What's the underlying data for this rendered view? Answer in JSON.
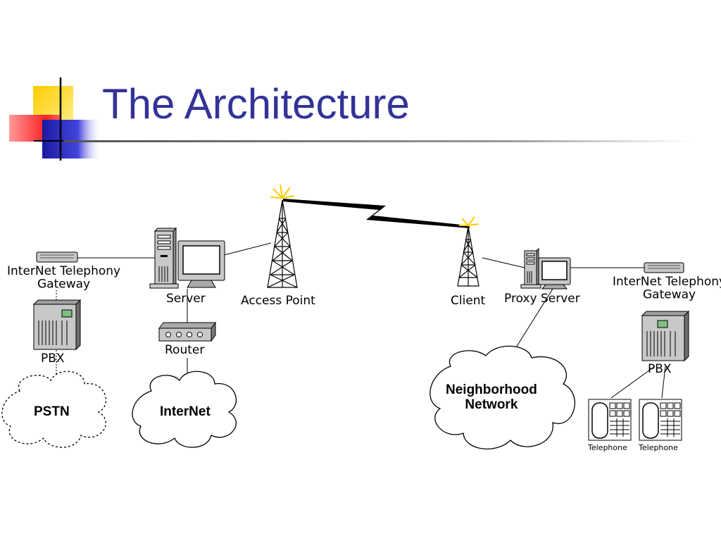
{
  "slide": {
    "title": "The Architecture"
  },
  "left": {
    "gateway_label": "InterNet Telephony\nGateway",
    "pbx_label": "PBX",
    "pstn_label": "PSTN",
    "server_label": "Server",
    "router_label": "Router",
    "internet_label": "InterNet",
    "access_point_label": "Access Point"
  },
  "right": {
    "client_label": "Client",
    "proxy_server_label": "Proxy Server",
    "gateway_label": "InterNet Telephony\nGateway",
    "pbx_label": "PBX",
    "neighborhood_label": "Neighborhood\nNetwork",
    "telephone_1_label": "Telephone",
    "telephone_2_label": "Telephone"
  },
  "colors": {
    "title": "#333399",
    "deco_yellow": "#ffcc00",
    "deco_red": "#ff3333",
    "deco_blue": "#3333cc",
    "antenna_glow": "#ffcc00"
  }
}
